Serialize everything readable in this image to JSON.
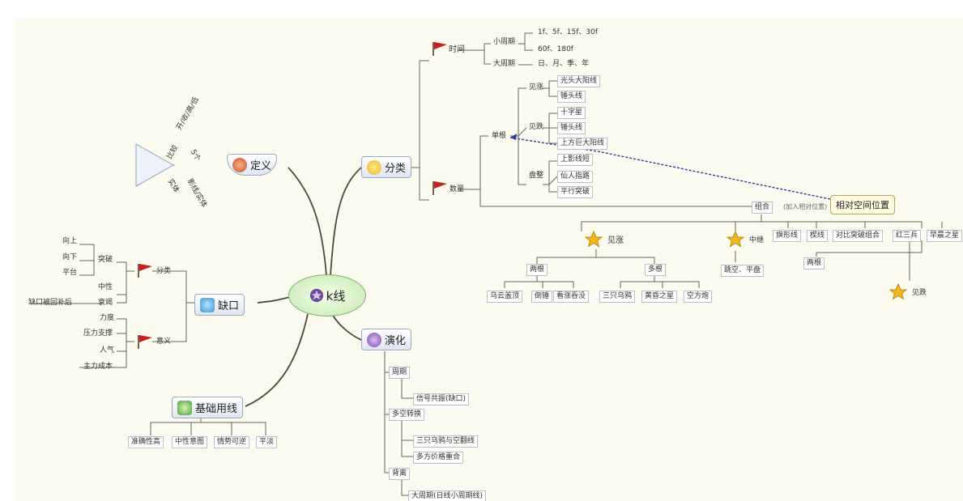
{
  "central": {
    "label": "k线"
  },
  "branches": {
    "definition": {
      "label": "定义",
      "rotated_terms": [
        "开/收/高/低",
        "5个",
        "比较",
        "实体",
        "影线/实体"
      ]
    },
    "classification": {
      "label": "分类"
    },
    "gap": {
      "label": "缺口"
    },
    "evolution": {
      "label": "演化"
    },
    "basic": {
      "label": "基础用线",
      "leaves": [
        "准确性高",
        "中性意图",
        "情势可逆",
        "平淡"
      ]
    }
  },
  "time": {
    "label": "时间",
    "small_label": "小周期",
    "small_items": [
      "1f、5f、15f、30f",
      "60f、180f"
    ],
    "big_label": "大周期",
    "big_items": [
      "日、月、季、年"
    ]
  },
  "quantity": {
    "label": "数量",
    "single_label": "单根",
    "bull_label": "见涨",
    "bull_items": [
      "光头大阳线",
      "锤头线"
    ],
    "bear_label": "见跌",
    "bear_items": [
      "十字星",
      "锤头线",
      "上方巨大阳线"
    ],
    "hold_label": "盘整",
    "hold_items": [
      "上影线短",
      "仙人指路",
      "平行突破"
    ],
    "combo_label": "组合",
    "relative": "相对空间位置",
    "relative_note": "(加入相对位置)"
  },
  "combo": {
    "bull": {
      "label": "见涨",
      "group1": "两根",
      "group2": "多根",
      "items": [
        "乌云盖顶",
        "倒锤",
        "看涨吞没",
        "三只乌鸦",
        "黄昏之星",
        "空方炮"
      ]
    },
    "mid": {
      "label": "中继",
      "item": "跳空、平盘"
    },
    "right": {
      "items": [
        "旗形线",
        "楔线",
        "对比突破组合",
        "红三兵",
        "早晨之星"
      ],
      "sub": "两根",
      "bear": "见跌"
    }
  },
  "gap_detail": {
    "class_label": "分类",
    "up": "向上",
    "down": "向下",
    "flat": "平台",
    "break": "突破",
    "middle": "中性",
    "exhaust": "衰竭",
    "fill": "缺口被回补后",
    "meaning_label": "意义",
    "meaning_items": [
      "力度",
      "压力支撑",
      "人气",
      "主力成本"
    ]
  },
  "evolution_detail": {
    "item1": "周期",
    "item1a": "信号共振(缺口)",
    "item2": "多空转换",
    "item2a": "三只乌鸦与空翻线",
    "item2b": "多方价格重合",
    "item3": "背离",
    "item3a": "大周期(日线小周期线)"
  },
  "colors": {
    "flag": "#c81e1e",
    "star": "#f0b820",
    "link": "#4a4a3a",
    "dashed": "#2a3a9a"
  },
  "icons": {
    "flag": "flag-icon",
    "star": "star-icon",
    "topic": "topic-icon"
  }
}
